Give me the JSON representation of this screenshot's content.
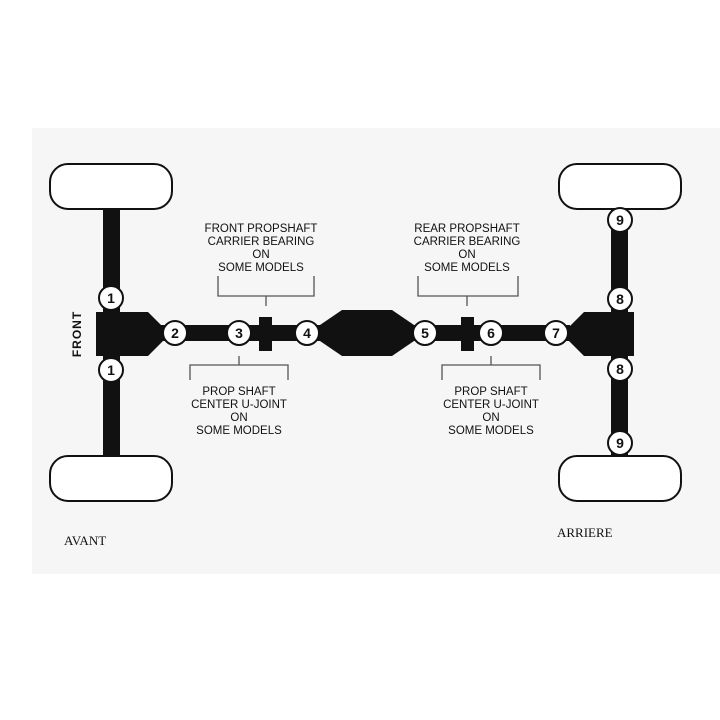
{
  "labels": {
    "front_side": "FRONT",
    "front_bearing": [
      "FRONT PROPSHAFT",
      "CARRIER BEARING",
      "ON",
      "SOME MODELS"
    ],
    "rear_bearing": [
      "REAR PROPSHAFT",
      "CARRIER BEARING",
      "ON",
      "SOME MODELS"
    ],
    "front_ujoint": [
      "PROP SHAFT",
      "CENTER U-JOINT",
      "ON",
      "SOME MODELS"
    ],
    "rear_ujoint": [
      "PROP SHAFT",
      "CENTER U-JOINT",
      "ON",
      "SOME MODELS"
    ]
  },
  "points": {
    "front_axle_top": "1",
    "front_axle_bottom": "1",
    "front_diff_output": "2",
    "front_shaft_ujoint": "3",
    "transfer_case_front": "4",
    "transfer_case_rear": "5",
    "rear_shaft_ujoint": "6",
    "rear_diff_input": "7",
    "rear_axle_top_inner": "8",
    "rear_axle_bottom_inner": "8",
    "rear_axle_top_outer": "9",
    "rear_axle_bottom_outer": "9"
  },
  "captions": {
    "front": "AVANT",
    "rear": "ARRIERE"
  },
  "colors": {
    "drivetrain": "#111111",
    "wheel_fill": "#ffffff",
    "leader_line": "#555555"
  }
}
